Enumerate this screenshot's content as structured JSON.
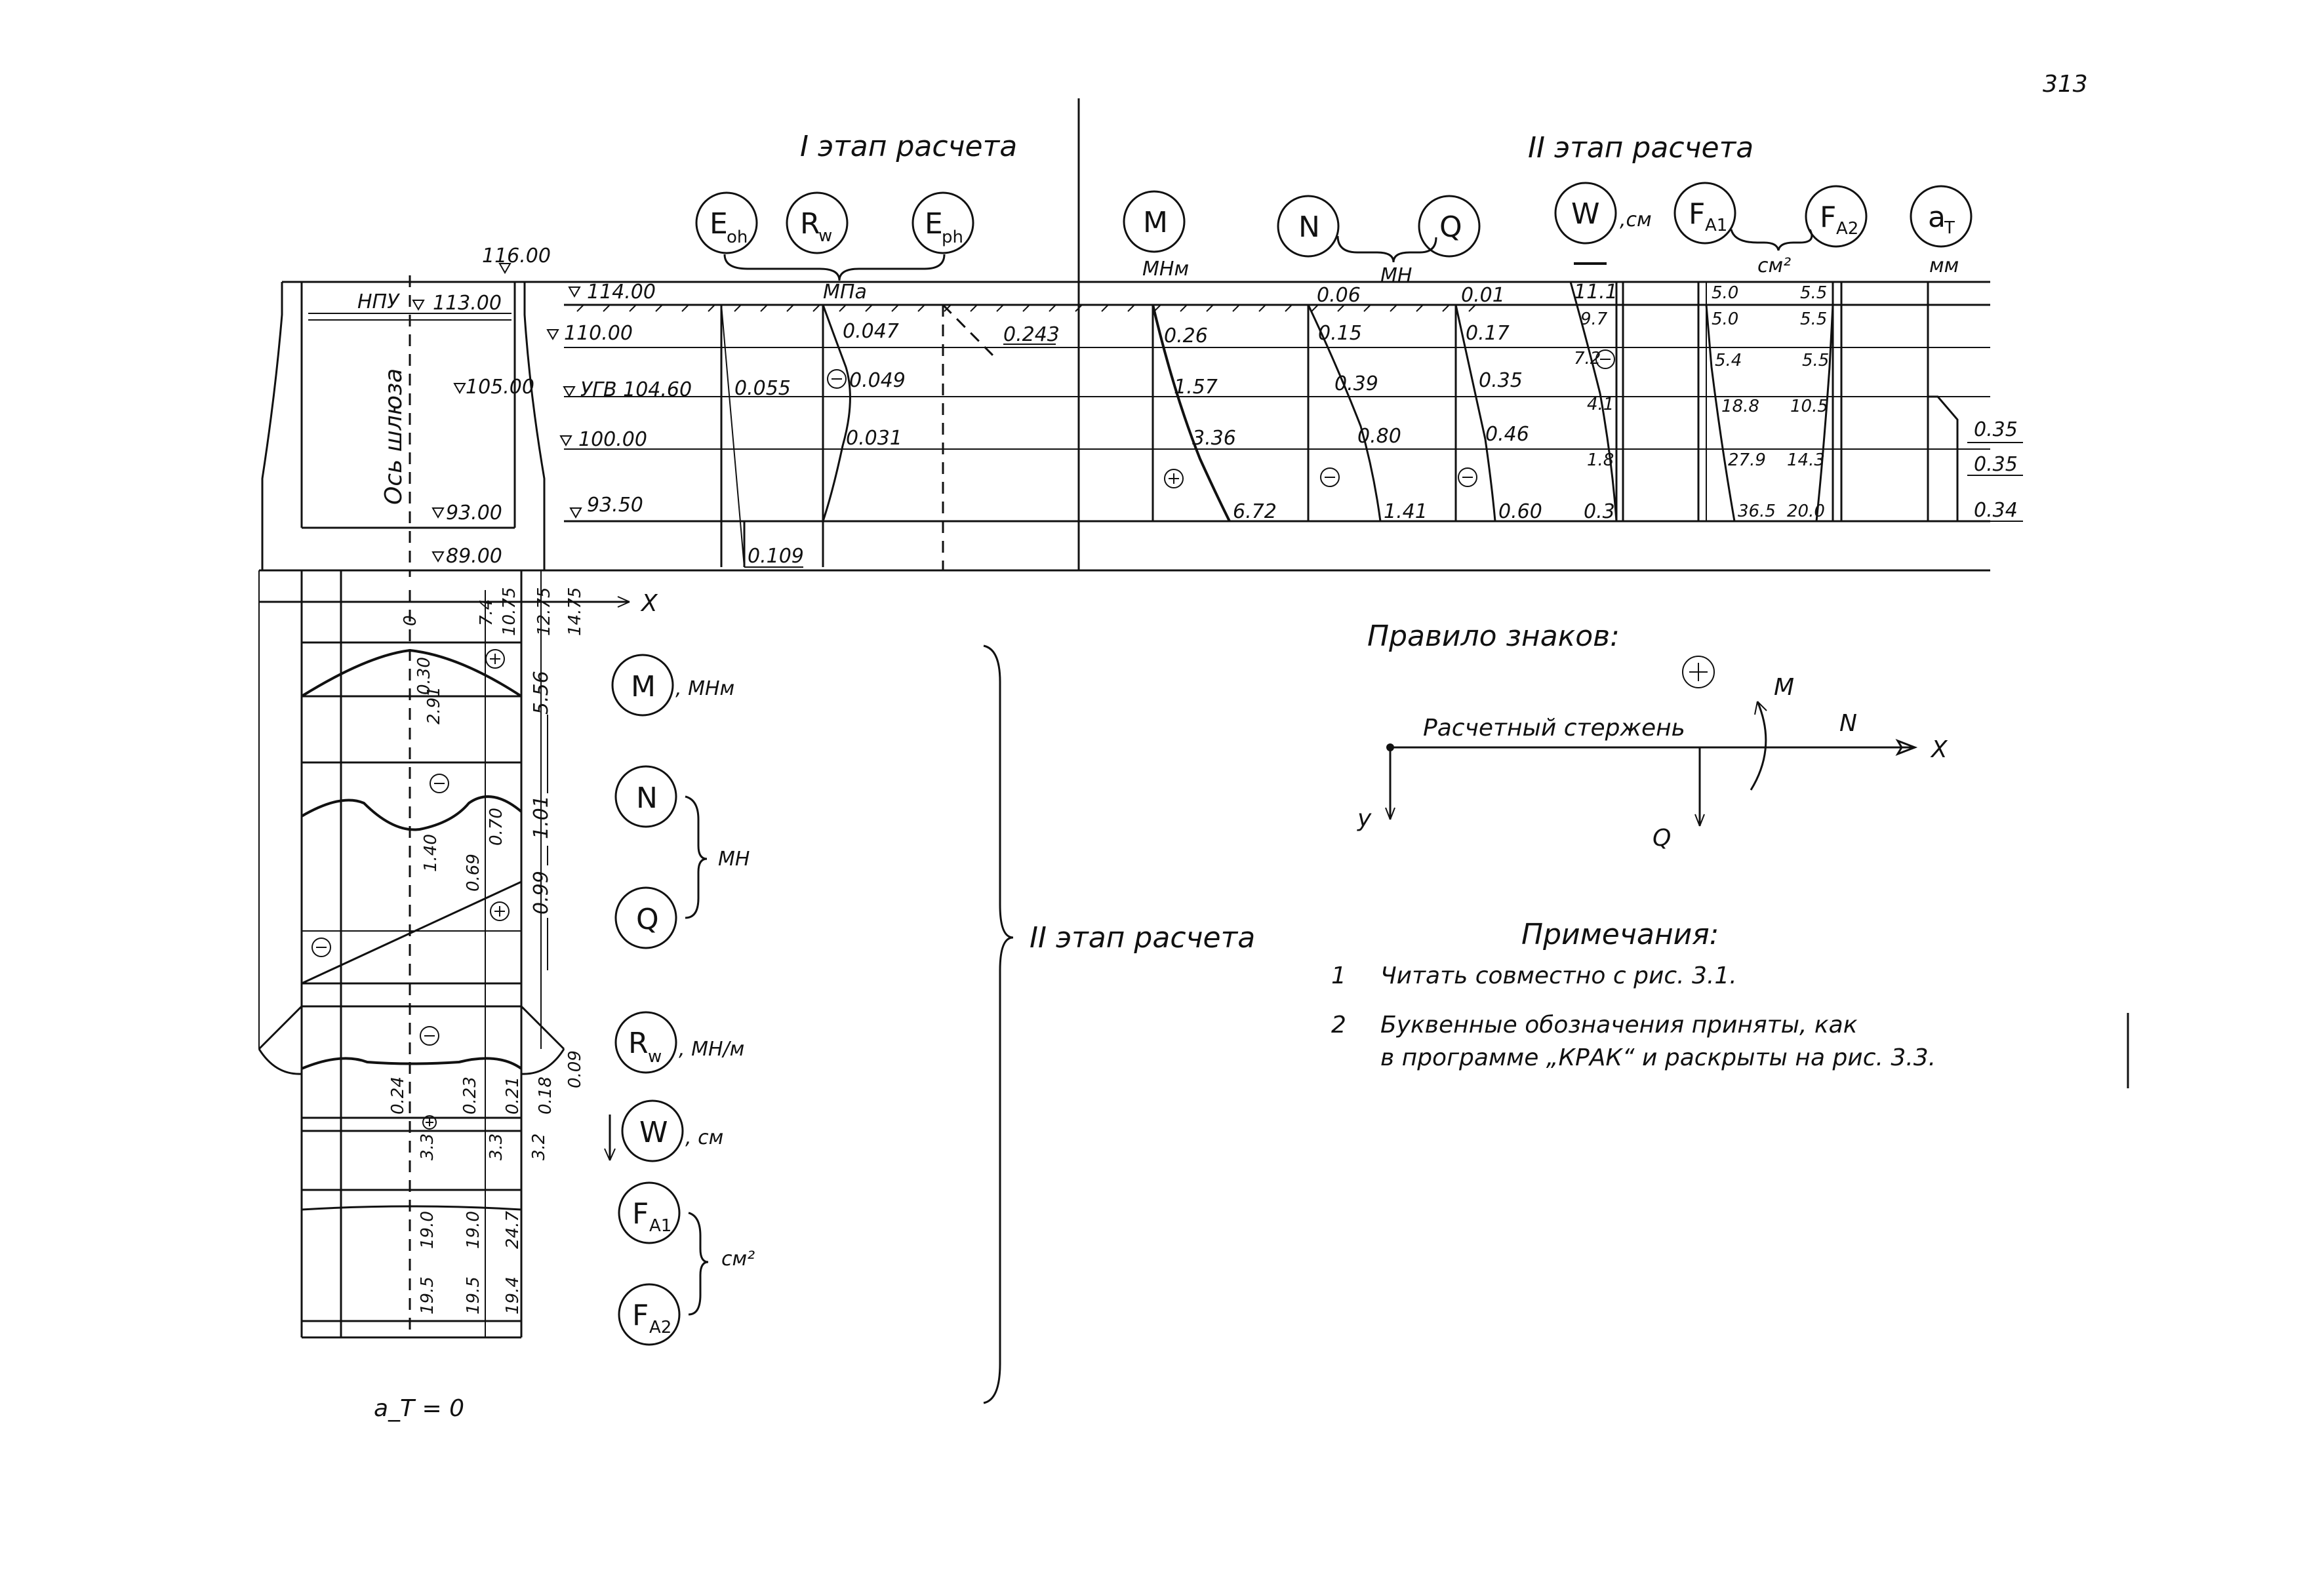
{
  "page_number": "313",
  "stage1": {
    "title": "I этап расчета",
    "symbols": [
      "E_oh",
      "R_w",
      "E_ph"
    ],
    "unit": "МПа"
  },
  "stage2": {
    "title": "II этап расчета",
    "symbols": [
      "M",
      "N",
      "Q",
      "W",
      "F_A1",
      "F_A2",
      "a_T"
    ],
    "units": {
      "M": "МНм",
      "NQ": "МН",
      "W": ",см",
      "F": "см²",
      "aT": "мм"
    }
  },
  "levels": {
    "top": "116.00",
    "npu": "НПУ",
    "npu_level": "113.00",
    "l105": "105.00",
    "l93": "93.00",
    "l89": "89.00",
    "l114": "114.00",
    "l110": "110.00",
    "ugv": "УГВ 104.60",
    "l100": "100.00",
    "l93_5": "93.50"
  },
  "axis_label": "Ось шлюза",
  "x_axis": "X",
  "stage1_values": {
    "eoh": [
      "0.055",
      "0.109"
    ],
    "rw": [
      "0.047",
      "0.049",
      "0.031"
    ],
    "eph": [
      "0.243"
    ]
  },
  "stage2_values": {
    "m": [
      "0.26",
      "1.57",
      "3.36",
      "6.72"
    ],
    "n": [
      "0.06",
      "0.15",
      "0.39",
      "0.80",
      "1.41"
    ],
    "q": [
      "0.01",
      "0.17",
      "0.35",
      "0.46",
      "0.60"
    ],
    "w": [
      "11.1",
      "9.7",
      "7.2",
      "4.1",
      "1.8",
      "0.3"
    ],
    "fa1": [
      "5.0",
      "5.0",
      "5.4",
      "18.8",
      "27.9",
      "36.5"
    ],
    "fa2": [
      "5.5",
      "5.5",
      "5.5",
      "10.5",
      "14.3",
      "20.0"
    ],
    "at": [
      "0.35",
      "0.35",
      "0.34"
    ]
  },
  "plan_dims": [
    "0",
    "7.4",
    "10.75",
    "12.75",
    "14.75"
  ],
  "plan_spans": [
    "5.56",
    "1.01",
    "0.99"
  ],
  "plan_values": {
    "m": [
      "0.30",
      "2.91"
    ],
    "n": [
      "1.40",
      "0.70"
    ],
    "q": [
      "0.69"
    ],
    "rw": [
      "0.24",
      "0.23",
      "0.21",
      "0.18",
      "0.09"
    ],
    "w": [
      "3.3",
      "3.3",
      "3.2"
    ],
    "fa1": [
      "19.0",
      "19.0",
      "24.7"
    ],
    "fa2": [
      "19.5",
      "19.5",
      "19.4"
    ]
  },
  "legend": {
    "m_unit": ", МНм",
    "nq_unit": "МН",
    "rw_unit": ", МН/м",
    "w_unit": ", см",
    "f_unit": "см²",
    "stage_label": "II этап расчета",
    "at_equation": "a_T = 0"
  },
  "sign_rule": {
    "title": "Правило знаков:",
    "bar": "Расчетный стержень",
    "labels": [
      "M",
      "N",
      "X",
      "y",
      "Q"
    ]
  },
  "notes": {
    "title": "Примечания:",
    "items": [
      {
        "num": "1",
        "text": "Читать совместно с рис. 3.1."
      },
      {
        "num": "2",
        "text": "Буквенные обозначения приняты, как"
      },
      {
        "num": "",
        "text": "в программе „КРАК“ и раскрыты на рис. 3.3."
      }
    ]
  },
  "signs": {
    "plus": "⊕",
    "minus": "⊖"
  }
}
